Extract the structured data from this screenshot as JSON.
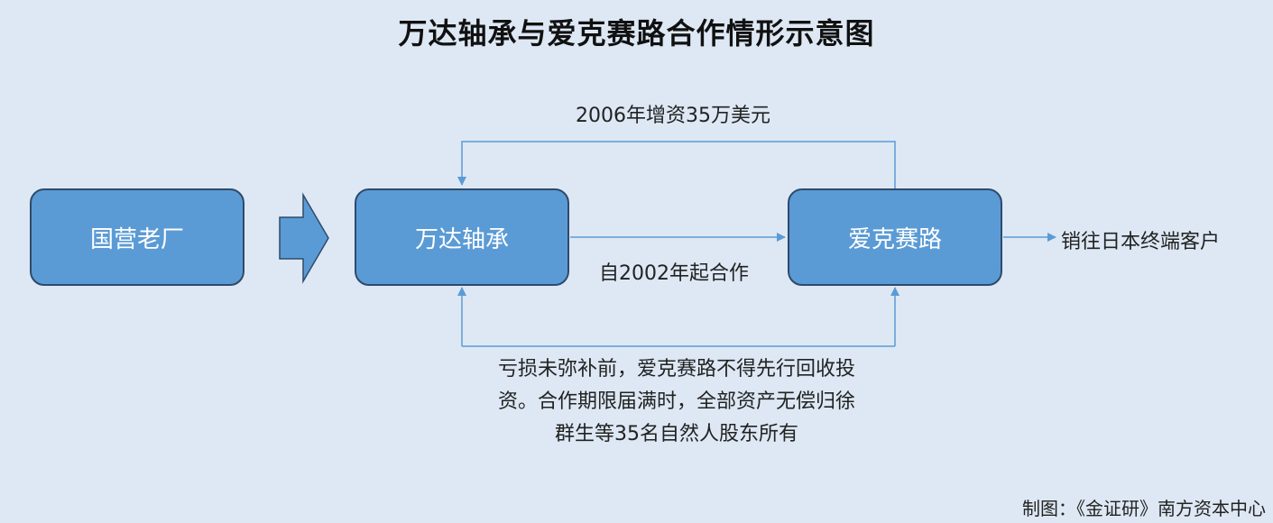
{
  "title": "万达轴承与爱克赛路合作情形示意图",
  "nodes": {
    "state_factory": "国营老厂",
    "wanda": "万达轴承",
    "aikesailu": "爱克赛路"
  },
  "edges": {
    "top_capital": "2006年增资35万美元",
    "middle_cooperation": "自2002年起合作",
    "export": "销往日本终端客户",
    "bottom_lines": [
      "亏损未弥补前，爱克赛路不得先行回收投",
      "资。合作期限届满时，全部资产无偿归徐",
      "群生等35名自然人股东所有"
    ]
  },
  "credit": "制图：《金证研》南方资本中心",
  "colors": {
    "background": "#dde8f4",
    "box_fill": "#5b9bd5",
    "box_border": "#2e4a6b",
    "connector": "#5b9bd5"
  }
}
